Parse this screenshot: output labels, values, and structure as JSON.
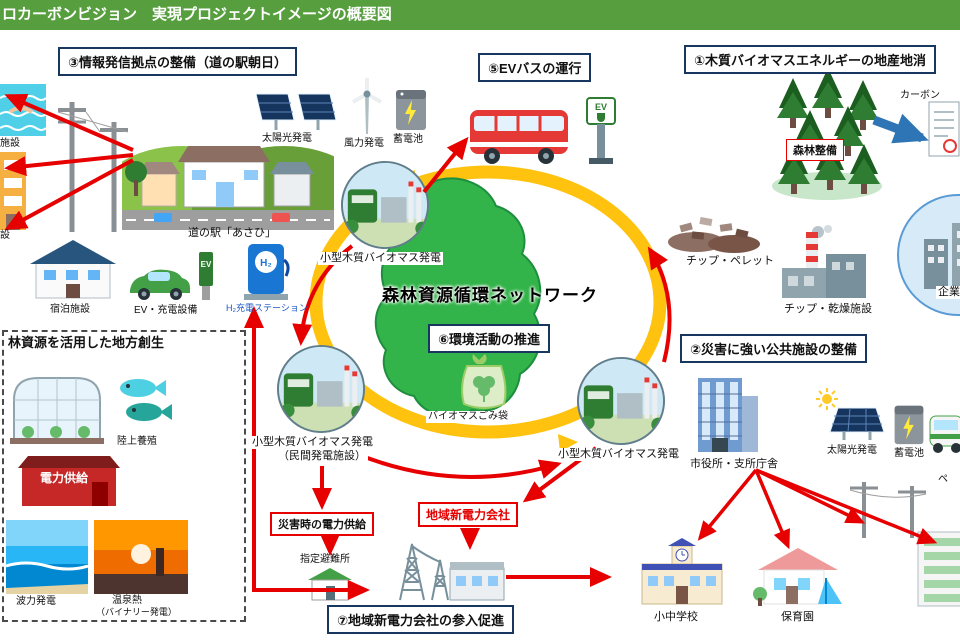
{
  "header": {
    "title": "ロカーボンビジョン　実現プロジェクトイメージの概要図"
  },
  "sections": {
    "s3": "③情報発信拠点の整備（道の駅朝日）",
    "s5": "⑤EVバスの運行",
    "s1": "①木質バイオマスエネルギーの地産地消",
    "s6": "⑥環境活動の推進",
    "s2": "②災害に強い公共施設の整備",
    "s7": "⑦地域新電力会社の参入促進",
    "regional": "林資源を活用した地方創生"
  },
  "callouts": {
    "forest_maintenance": "森林整備",
    "disaster_power": "災害時の電力供給",
    "power_company": "地域新電力会社"
  },
  "center": {
    "network": "森林資源循環ネットワーク"
  },
  "labels": {
    "solar_top": "太陽光発電",
    "wind": "風力発電",
    "battery_top": "蓄電池",
    "michinoeki": "道の駅「あさひ」",
    "ev_charge": "EV・充電設備",
    "lodging": "宿泊施設",
    "h2_station": "H₂充電ステーション",
    "cut_facility": "施設",
    "cut_setsu": "設",
    "biomass1": "小型木質バイオマス発電",
    "biomass2": "小型木質バイオマス発電",
    "biomass2b": "（民間発電施設）",
    "biomass3": "小型木質バイオマス発電",
    "chips": "チップ・ペレット",
    "chip_dry": "チップ・乾燥施設",
    "carbon": "カーボン",
    "company": "企業",
    "eco_bag": "バイオマスごみ袋",
    "shelter": "指定避難所",
    "aquaculture": "陸上養殖",
    "power_supply": "電力供給",
    "wave": "波力発電",
    "onsen": "温泉熱",
    "onsen_sub": "（バイナリー発電）",
    "cityhall": "市役所・支所庁舎",
    "solar_right": "太陽光発電",
    "battery_right": "蓄電池",
    "school": "小中学校",
    "nursery": "保育園",
    "cut_pe": "ペ"
  },
  "signs": {
    "ev": "EV",
    "h2": "H₂"
  },
  "colors": {
    "header_green": "#579f3e",
    "ring_yellow": "#ffc20e",
    "arrow_red": "#e60000",
    "arrow_blue": "#2e75b6",
    "map_green": "#33b44a"
  }
}
